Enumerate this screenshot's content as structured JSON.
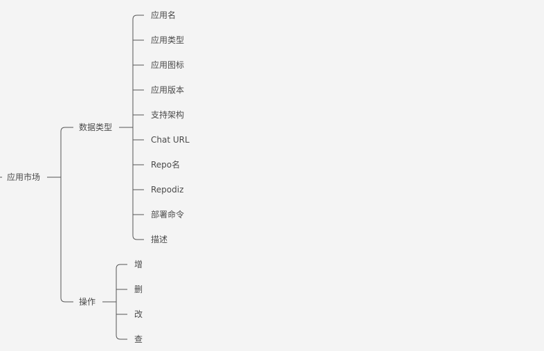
{
  "mindmap": {
    "root": "应用市场",
    "branches": [
      {
        "label": "数据类型",
        "children": [
          "应用名",
          "应用类型",
          "应用图标",
          "应用版本",
          "支持架构",
          "Chat URL",
          "Repo名",
          "Repodiz",
          "部署命令",
          "描述"
        ]
      },
      {
        "label": "操作",
        "children": [
          "增",
          "删",
          "改",
          "查"
        ]
      }
    ]
  },
  "colors": {
    "background": "#f4f4f4",
    "line": "#555555",
    "text": "#4a4a4a"
  }
}
